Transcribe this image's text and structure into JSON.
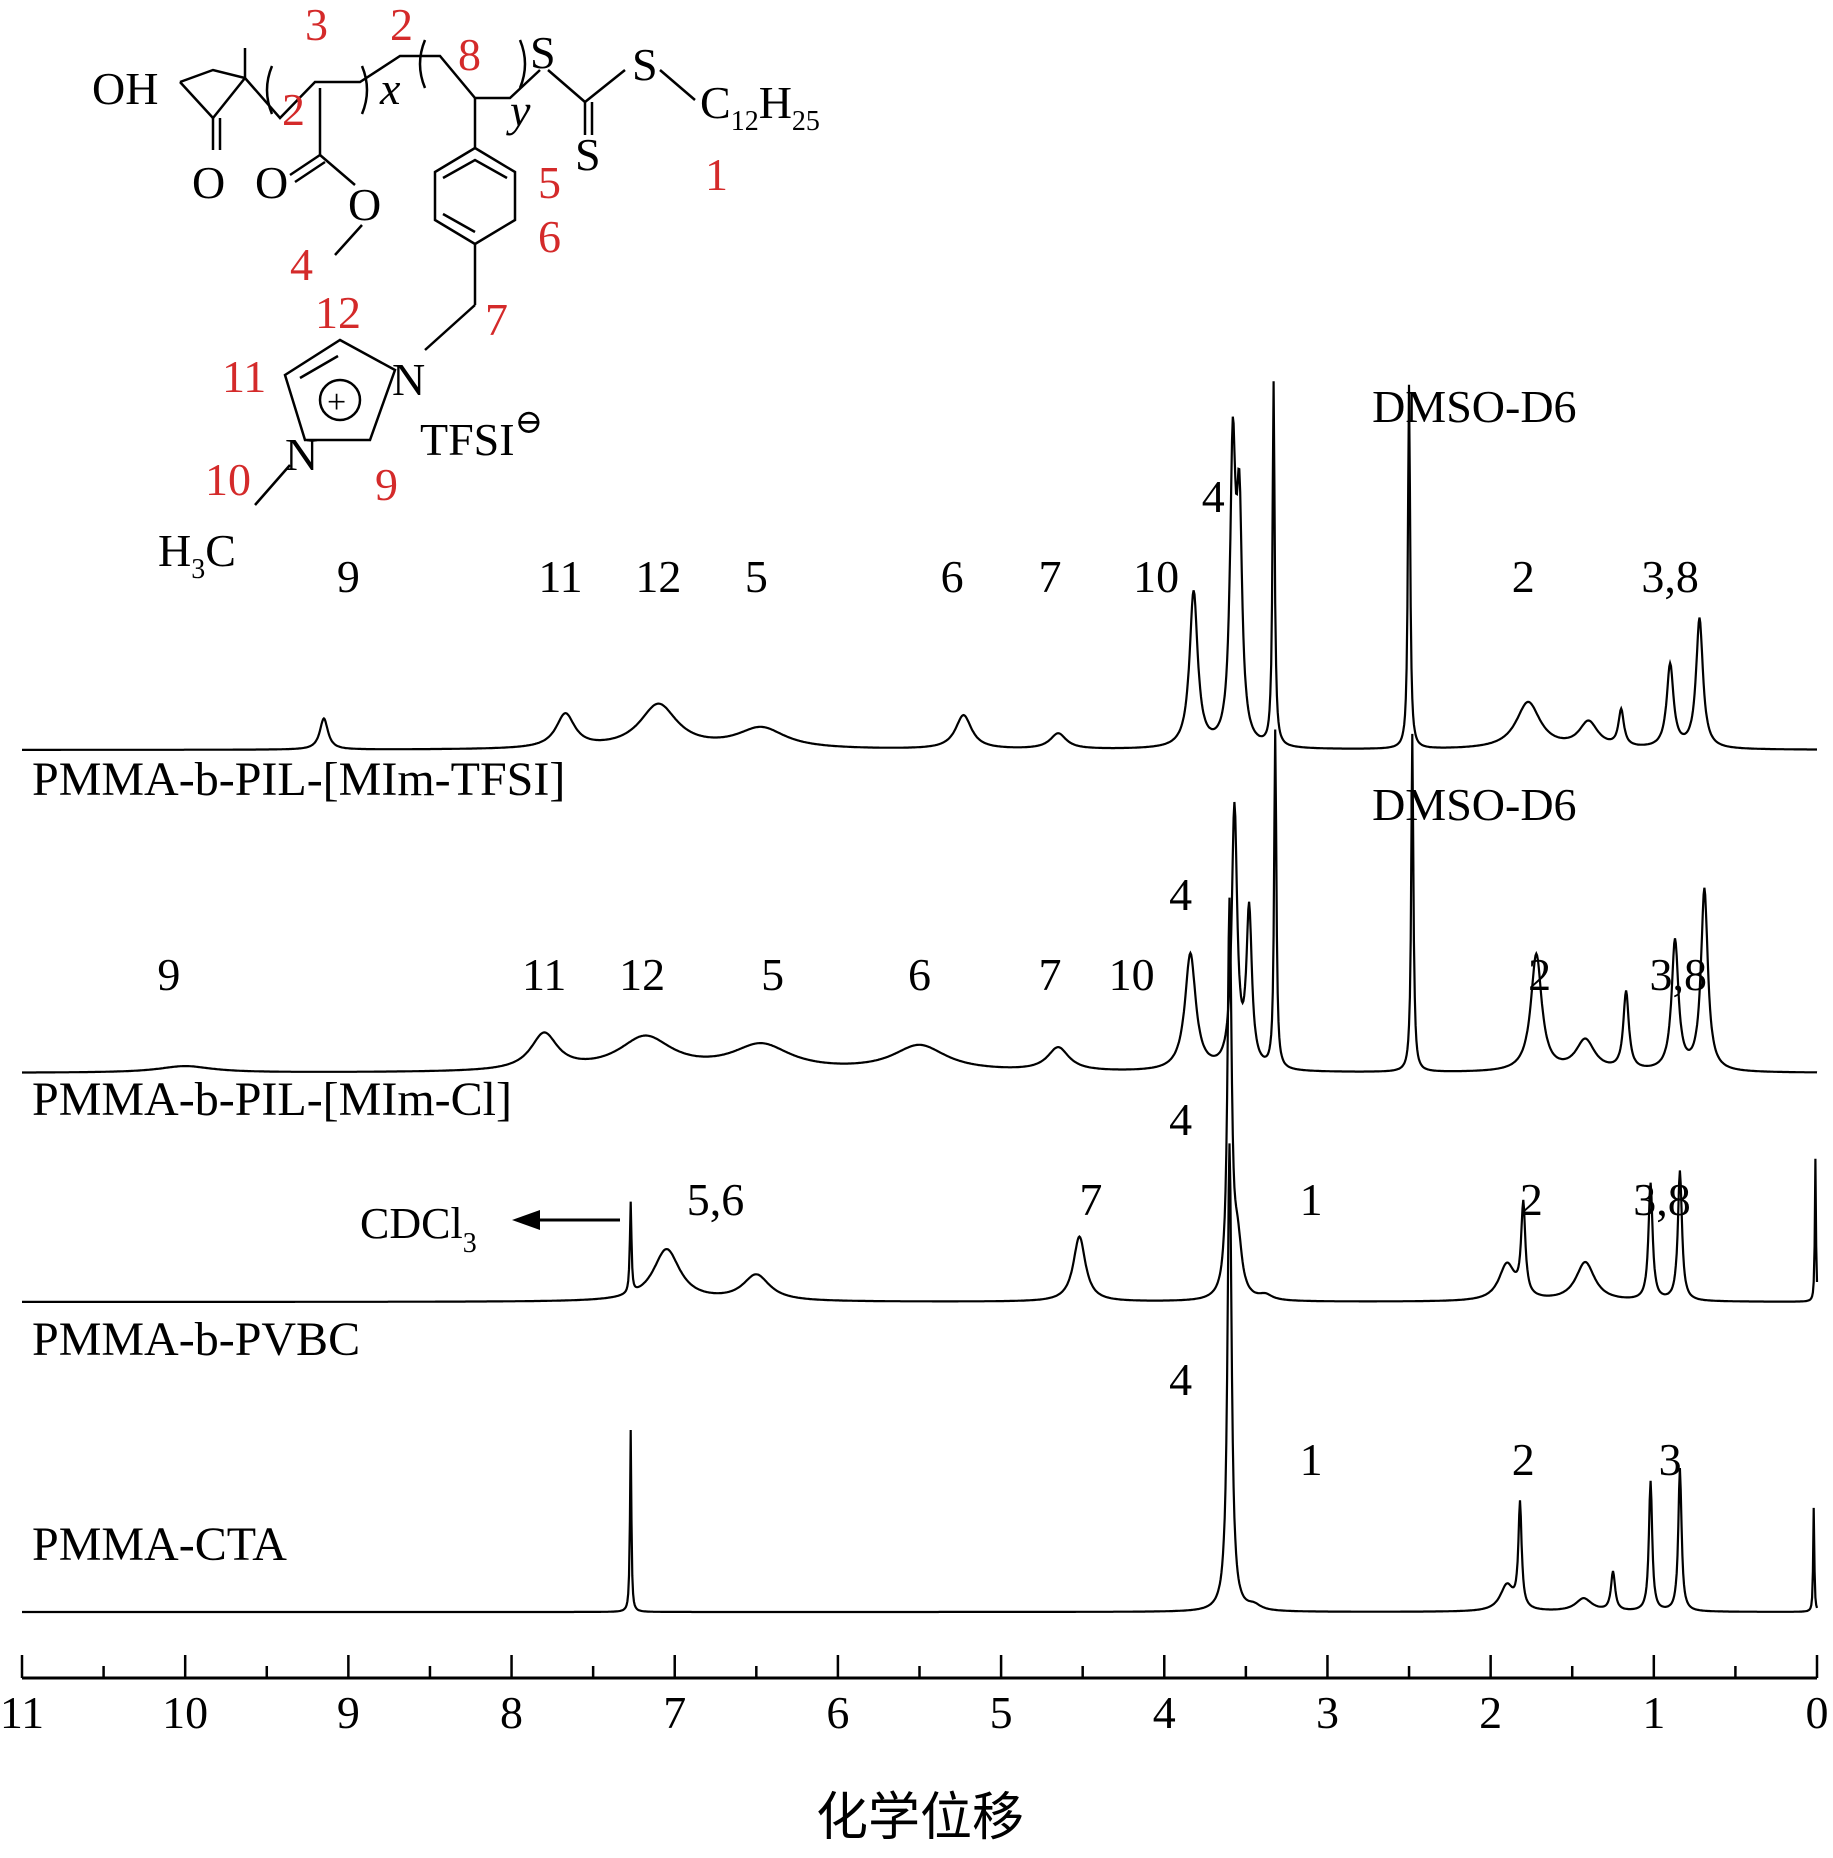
{
  "chart_data": {
    "type": "line",
    "xlabel": "化学位移",
    "xlim": [
      11,
      0
    ],
    "x_reversed": true,
    "x_ticks": [
      "11",
      "10",
      "9",
      "8",
      "7",
      "6",
      "5",
      "4",
      "3",
      "2",
      "1",
      "0"
    ],
    "series": [
      {
        "name": "PMMA-b-PIL-[MIm-TFSI]",
        "baseline_offset": 3,
        "peaks": [
          {
            "x": 9.15,
            "h": 0.12,
            "w": 0.03
          },
          {
            "x": 7.67,
            "h": 0.13,
            "w": 0.07
          },
          {
            "x": 7.1,
            "h": 0.17,
            "w": 0.14
          },
          {
            "x": 6.47,
            "h": 0.08,
            "w": 0.18
          },
          {
            "x": 5.23,
            "h": 0.13,
            "w": 0.06
          },
          {
            "x": 4.65,
            "h": 0.06,
            "w": 0.06
          },
          {
            "x": 3.82,
            "h": 0.6,
            "w": 0.03
          },
          {
            "x": 3.58,
            "h": 1.1,
            "w": 0.02
          },
          {
            "x": 3.54,
            "h": 0.85,
            "w": 0.02
          },
          {
            "x": 3.33,
            "h": 1.4,
            "w": 0.008
          },
          {
            "x": 2.5,
            "h": 1.4,
            "w": 0.008
          },
          {
            "x": 1.77,
            "h": 0.18,
            "w": 0.09
          },
          {
            "x": 1.4,
            "h": 0.1,
            "w": 0.07
          },
          {
            "x": 1.2,
            "h": 0.14,
            "w": 0.02
          },
          {
            "x": 0.9,
            "h": 0.32,
            "w": 0.025
          },
          {
            "x": 0.72,
            "h": 0.5,
            "w": 0.025
          }
        ],
        "peak_labels": [
          {
            "text": "9",
            "x": 9.0
          },
          {
            "text": "11",
            "x": 7.7
          },
          {
            "text": "12",
            "x": 7.1
          },
          {
            "text": "5",
            "x": 6.5
          },
          {
            "text": "6",
            "x": 5.3
          },
          {
            "text": "7",
            "x": 4.7
          },
          {
            "text": "10",
            "x": 4.05
          },
          {
            "text": "4",
            "x": 3.7
          },
          {
            "text": "2",
            "x": 1.8
          },
          {
            "text": "3,8",
            "x": 0.9
          },
          {
            "text": "DMSO-D6",
            "x": 2.1
          }
        ]
      },
      {
        "name": "PMMA-b-PIL-[MIm-Cl]",
        "baseline_offset": 2,
        "peaks": [
          {
            "x": 10.0,
            "h": 0.025,
            "w": 0.2
          },
          {
            "x": 7.8,
            "h": 0.14,
            "w": 0.1
          },
          {
            "x": 7.18,
            "h": 0.13,
            "w": 0.2
          },
          {
            "x": 6.47,
            "h": 0.1,
            "w": 0.22
          },
          {
            "x": 5.5,
            "h": 0.1,
            "w": 0.2
          },
          {
            "x": 4.65,
            "h": 0.09,
            "w": 0.08
          },
          {
            "x": 3.84,
            "h": 0.45,
            "w": 0.04
          },
          {
            "x": 3.57,
            "h": 1.0,
            "w": 0.02
          },
          {
            "x": 3.48,
            "h": 0.6,
            "w": 0.02
          },
          {
            "x": 3.32,
            "h": 1.3,
            "w": 0.008
          },
          {
            "x": 2.48,
            "h": 1.3,
            "w": 0.008
          },
          {
            "x": 1.72,
            "h": 0.45,
            "w": 0.04
          },
          {
            "x": 1.42,
            "h": 0.12,
            "w": 0.07
          },
          {
            "x": 1.17,
            "h": 0.3,
            "w": 0.02
          },
          {
            "x": 0.87,
            "h": 0.5,
            "w": 0.025
          },
          {
            "x": 0.69,
            "h": 0.7,
            "w": 0.025
          }
        ],
        "peak_labels": [
          {
            "text": "9",
            "x": 10.1
          },
          {
            "text": "11",
            "x": 7.8
          },
          {
            "text": "12",
            "x": 7.2
          },
          {
            "text": "5",
            "x": 6.4
          },
          {
            "text": "6",
            "x": 5.5
          },
          {
            "text": "7",
            "x": 4.7
          },
          {
            "text": "10",
            "x": 4.2
          },
          {
            "text": "4",
            "x": 3.9
          },
          {
            "text": "2",
            "x": 1.7
          },
          {
            "text": "3,8",
            "x": 0.85
          },
          {
            "text": "DMSO-D6",
            "x": 2.1
          }
        ]
      },
      {
        "name": "PMMA-b-PVBC",
        "baseline_offset": 1,
        "peaks": [
          {
            "x": 7.27,
            "h": 0.35,
            "w": 0.006
          },
          {
            "x": 7.05,
            "h": 0.2,
            "w": 0.1
          },
          {
            "x": 6.5,
            "h": 0.1,
            "w": 0.1
          },
          {
            "x": 4.52,
            "h": 0.25,
            "w": 0.045
          },
          {
            "x": 3.6,
            "h": 1.5,
            "w": 0.015
          },
          {
            "x": 3.55,
            "h": 0.2,
            "w": 0.03
          },
          {
            "x": 3.38,
            "h": 0.02,
            "w": 0.05
          },
          {
            "x": 1.9,
            "h": 0.14,
            "w": 0.06
          },
          {
            "x": 1.8,
            "h": 0.35,
            "w": 0.015
          },
          {
            "x": 1.42,
            "h": 0.15,
            "w": 0.07
          },
          {
            "x": 1.02,
            "h": 0.45,
            "w": 0.015
          },
          {
            "x": 0.84,
            "h": 0.5,
            "w": 0.015
          },
          {
            "x": 0.01,
            "h": 0.55,
            "w": 0.004
          }
        ],
        "peak_labels": [
          {
            "text": "5,6",
            "x": 6.75
          },
          {
            "text": "7",
            "x": 4.45
          },
          {
            "text": "4",
            "x": 3.9
          },
          {
            "text": "1",
            "x": 3.1
          },
          {
            "text": "2",
            "x": 1.75
          },
          {
            "text": "3,8",
            "x": 0.95
          }
        ]
      },
      {
        "name": "PMMA-CTA",
        "baseline_offset": 0,
        "peaks": [
          {
            "x": 7.27,
            "h": 0.7,
            "w": 0.005
          },
          {
            "x": 3.6,
            "h": 1.8,
            "w": 0.015
          },
          {
            "x": 3.45,
            "h": 0.02,
            "w": 0.05
          },
          {
            "x": 1.9,
            "h": 0.1,
            "w": 0.05
          },
          {
            "x": 1.82,
            "h": 0.4,
            "w": 0.012
          },
          {
            "x": 1.43,
            "h": 0.05,
            "w": 0.06
          },
          {
            "x": 1.25,
            "h": 0.15,
            "w": 0.015
          },
          {
            "x": 1.02,
            "h": 0.5,
            "w": 0.012
          },
          {
            "x": 0.84,
            "h": 0.55,
            "w": 0.012
          },
          {
            "x": 0.02,
            "h": 0.4,
            "w": 0.004
          }
        ],
        "peak_labels": [
          {
            "text": "4",
            "x": 3.9
          },
          {
            "text": "1",
            "x": 3.1
          },
          {
            "text": "2",
            "x": 1.8
          },
          {
            "text": "3",
            "x": 0.9
          }
        ]
      }
    ],
    "annotations": [
      {
        "text": "CDCl",
        "subscript": "3",
        "x": 7.27,
        "arrow": "left"
      }
    ]
  },
  "structure": {
    "atoms": {
      "oh": "OH",
      "o1": "O",
      "o2": "O",
      "o3": "O",
      "s1": "S",
      "s2": "S",
      "s3": "S",
      "c12h25": "C",
      "c12h25_sub1": "12",
      "c12h25_h": "H",
      "c12h25_sub2": "25",
      "n1": "N",
      "n2": "N",
      "plus": "+",
      "tfsi": "TFSI",
      "tfsi_charge": "⊖",
      "h3c_h": "H",
      "h3c_sub": "3",
      "h3c_c": "C",
      "x": "x",
      "y": "y"
    },
    "labels": {
      "l1": "1",
      "l2a": "2",
      "l2b": "2",
      "l3": "3",
      "l4": "4",
      "l5": "5",
      "l6": "6",
      "l7": "7",
      "l8": "8",
      "l9": "9",
      "l10": "10",
      "l11": "11",
      "l12": "12"
    },
    "label_color": "#d42a2a"
  }
}
